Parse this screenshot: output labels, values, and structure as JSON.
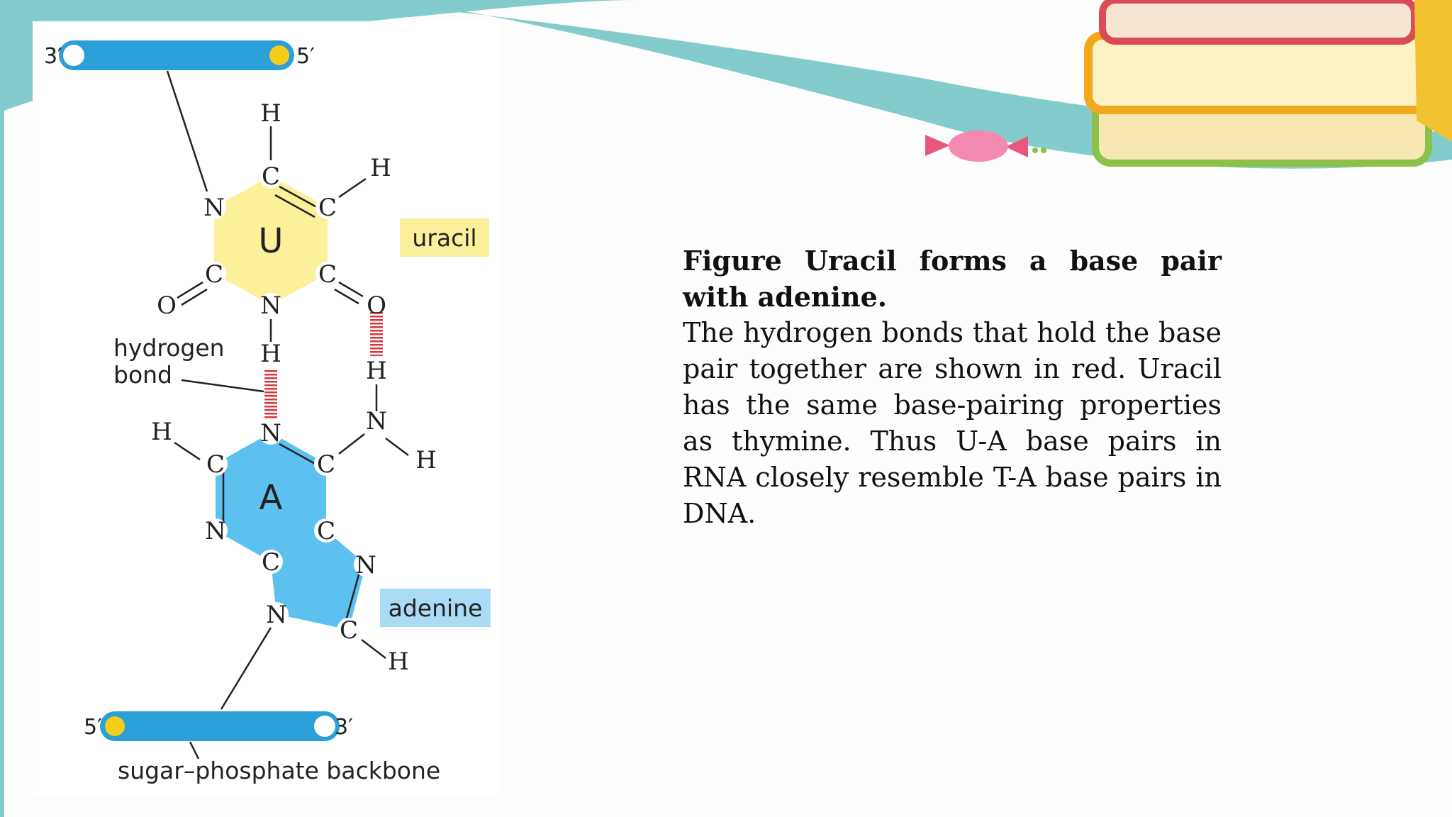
{
  "slide": {
    "caption_title": "Figure Uracil forms a base pair with adenine.",
    "caption_body": "The hydrogen bonds that hold the base pair together are shown in red. Uracil has the same base-pairing properties as thymine. Thus U-A base pairs in RNA closely resemble T-A base pairs in DNA."
  },
  "figure": {
    "top_strand": {
      "left_end": "3′",
      "right_end": "5′"
    },
    "bottom_strand": {
      "left_end": "5′",
      "right_end": "3′"
    },
    "uracil": {
      "letter": "U",
      "tag": "uracil"
    },
    "adenine": {
      "letter": "A",
      "tag": "adenine"
    },
    "hydrogen_bond_label": [
      "hydrogen",
      "bond"
    ],
    "backbone_label": "sugar–phosphate backbone",
    "atoms": {
      "hydrogen": "H",
      "carbon": "C",
      "nitrogen": "N",
      "oxygen": "O"
    },
    "colors": {
      "strand": "#2a9fd8",
      "strand_end": "#f5cc1a",
      "uracil_fill": "#fbf19a",
      "adenine_fill": "#5cc1ee",
      "hydrogen_bond": "#d9353d",
      "uracil_tag": "#fbef9c",
      "adenine_tag": "#a9dcf4",
      "teal_decor": "#84cccc"
    }
  }
}
